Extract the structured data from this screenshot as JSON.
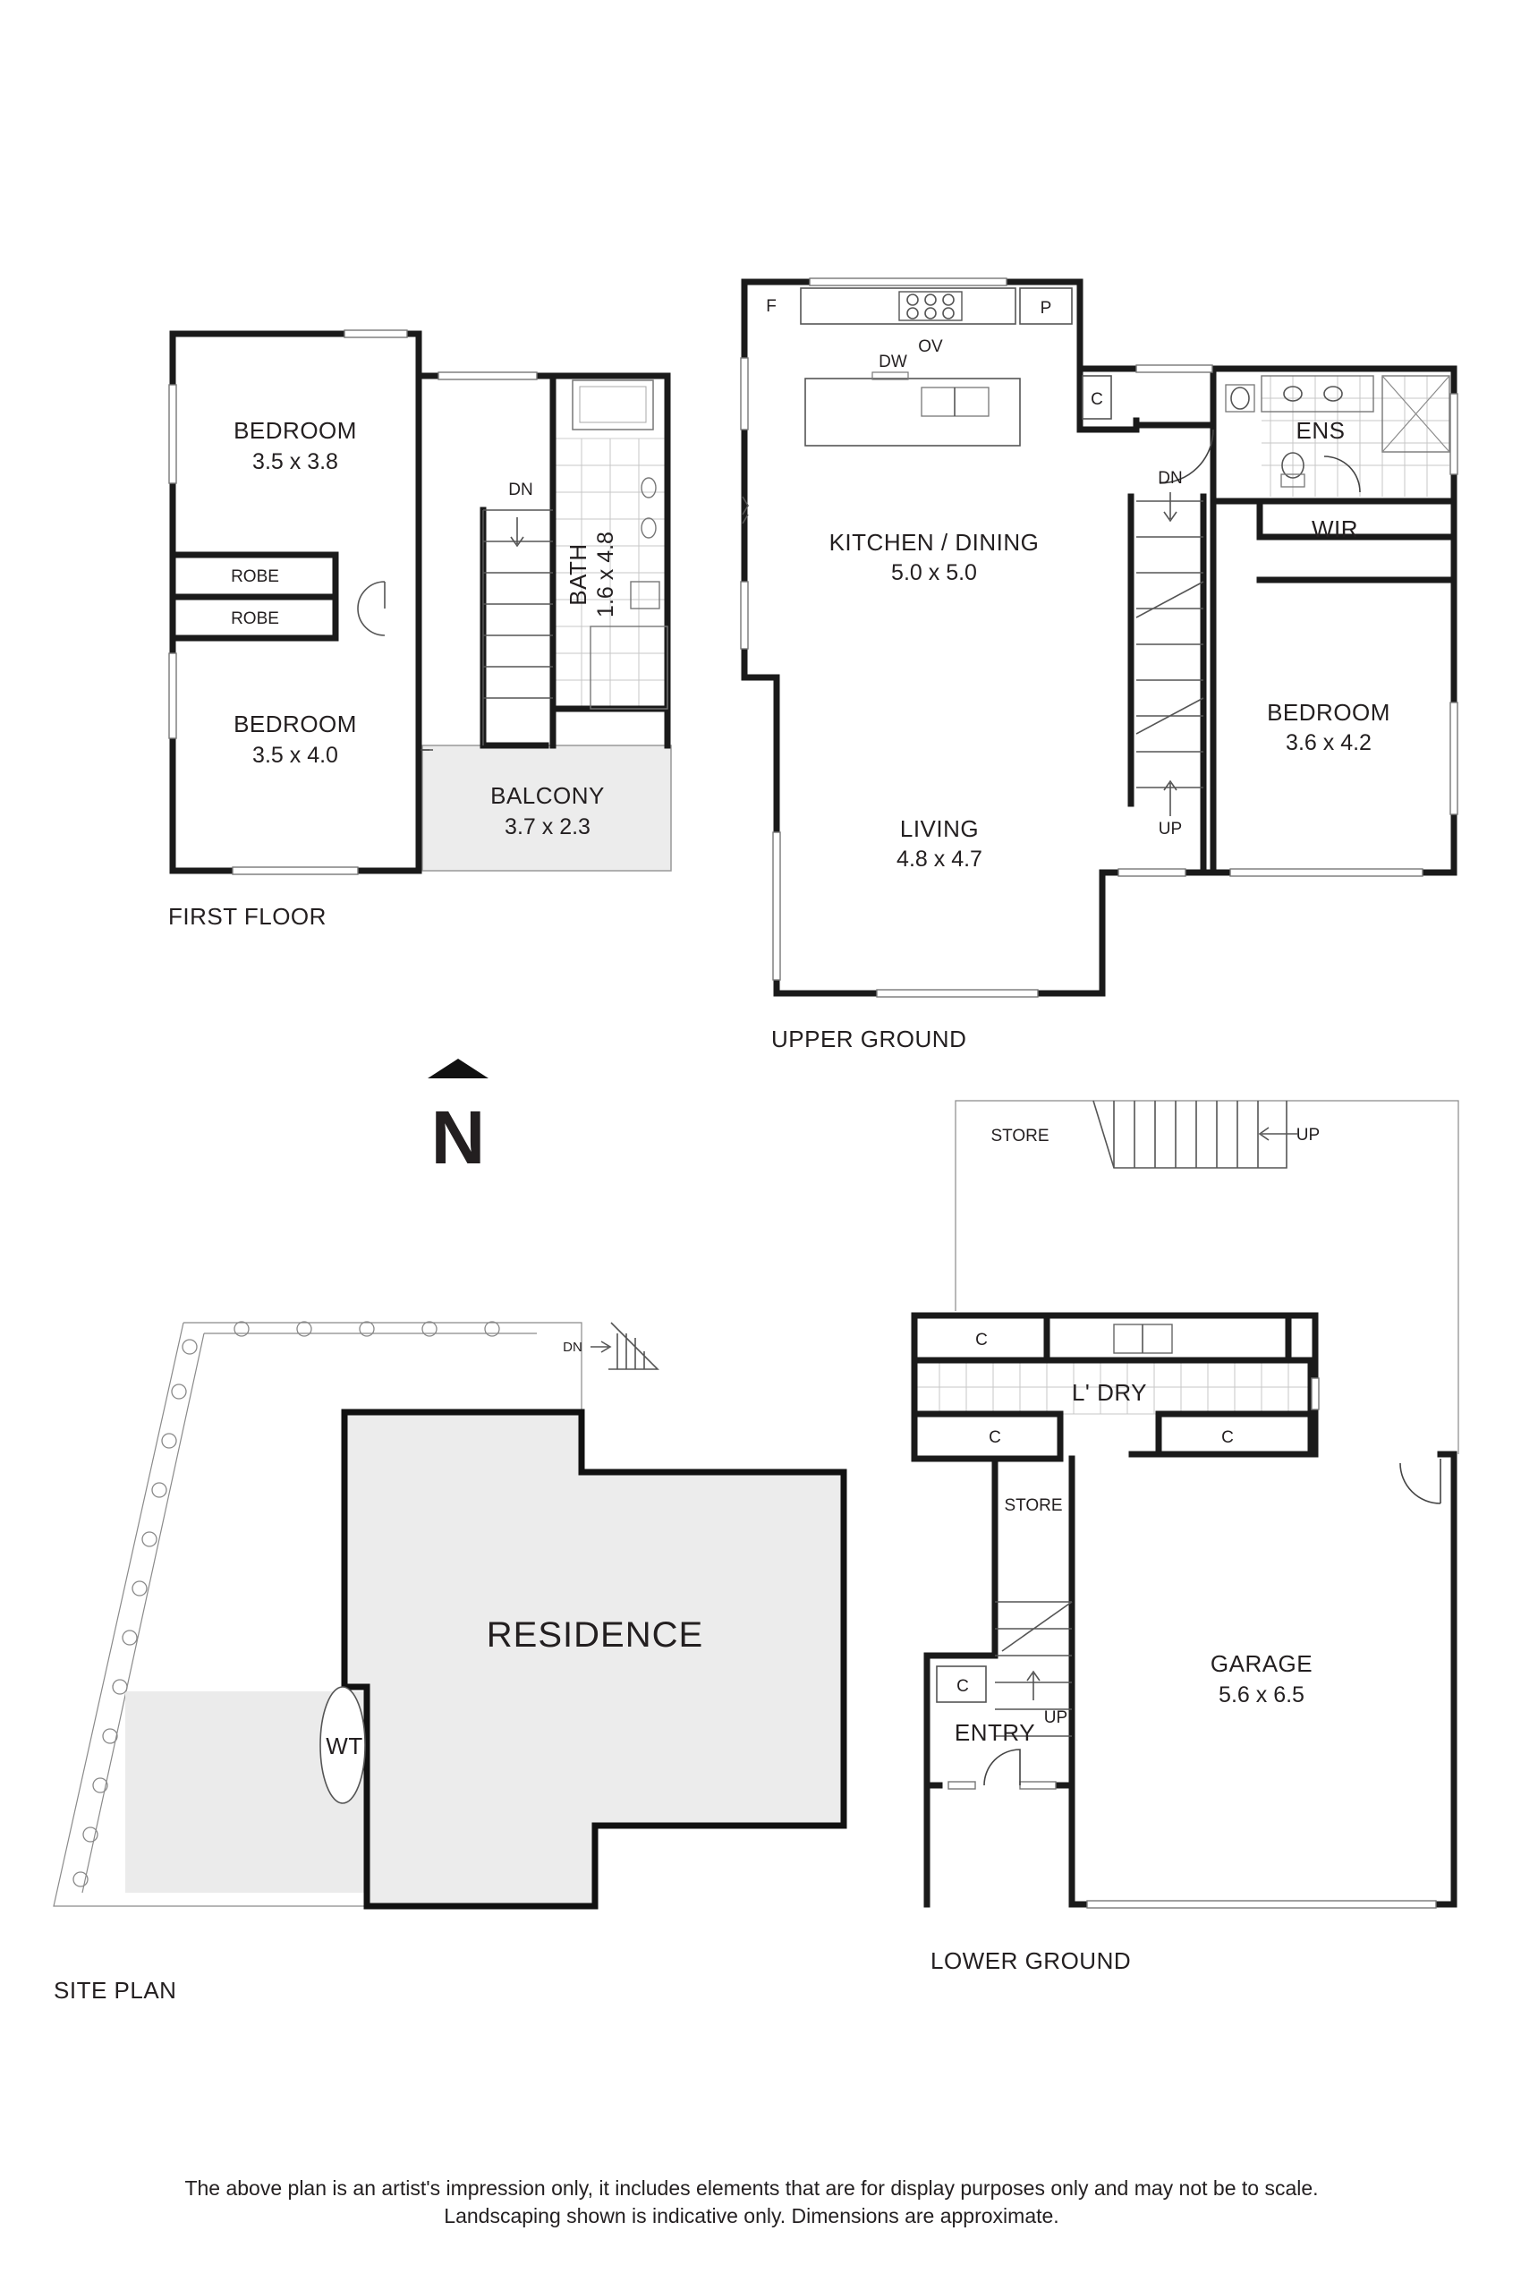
{
  "floors": {
    "first_floor": {
      "title": "FIRST FLOOR",
      "bedroom_a": {
        "name": "BEDROOM",
        "size": "3.5 x 3.8"
      },
      "robe_a": "ROBE",
      "robe_b": "ROBE",
      "bedroom_b": {
        "name": "BEDROOM",
        "size": "3.5 x 4.0"
      },
      "bath": {
        "name": "BATH",
        "size": "1.6 x 4.8"
      },
      "balcony": {
        "name": "BALCONY",
        "size": "3.7 x 2.3"
      },
      "stair": "DN"
    },
    "upper_ground": {
      "title": "UPPER GROUND",
      "fridge": "F",
      "pantry": "P",
      "oven": "OV",
      "dishwasher": "DW",
      "cupboard": "C",
      "kitchen": {
        "name": "KITCHEN / DINING",
        "size": "5.0 x 5.0"
      },
      "living": {
        "name": "LIVING",
        "size": "4.8 x 4.7"
      },
      "ens": "ENS",
      "wir": "WIR",
      "bedroom": {
        "name": "BEDROOM",
        "size": "3.6 x 4.2"
      },
      "stair_dn": "DN",
      "stair_up": "UP"
    },
    "lower_ground": {
      "title": "LOWER GROUND",
      "store_top": "STORE",
      "store_up": "UP",
      "laundry": "L' DRY",
      "cupboard_1": "C",
      "cupboard_2": "C",
      "cupboard_3": "C",
      "store": "STORE",
      "entry_cupboard": "C",
      "entry": "ENTRY",
      "entry_up": "UP",
      "garage": {
        "name": "GARAGE",
        "size": "5.6 x 6.5"
      }
    },
    "site_plan": {
      "title": "SITE PLAN",
      "residence": "RESIDENCE",
      "water_tank": "WT",
      "stair": "DN"
    }
  },
  "north_arrow": "N",
  "disclaimer": {
    "line1": "The above plan is an artist's impression only, it includes elements that are for display purposes only and may not be to scale.",
    "line2": "Landscaping shown is indicative only. Dimensions are approximate."
  }
}
